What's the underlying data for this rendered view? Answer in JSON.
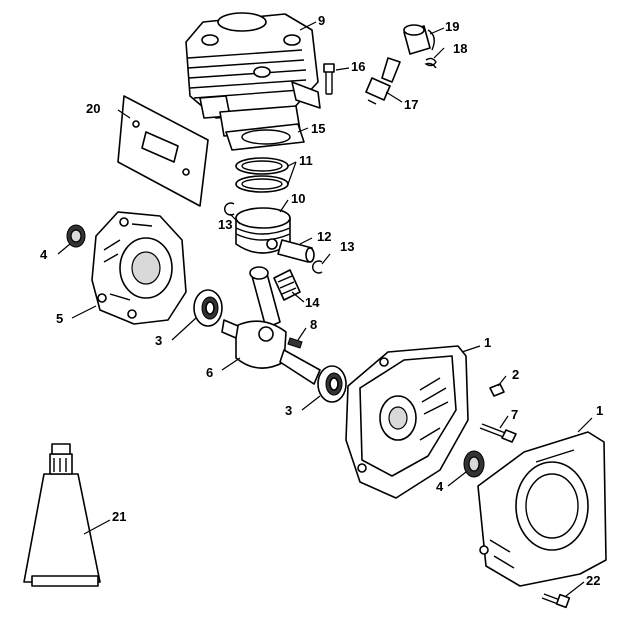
{
  "callouts": [
    {
      "id": "c1a",
      "label": "1"
    },
    {
      "id": "c1b",
      "label": "1"
    },
    {
      "id": "c2",
      "label": "2"
    },
    {
      "id": "c3a",
      "label": "3"
    },
    {
      "id": "c3b",
      "label": "3"
    },
    {
      "id": "c4a",
      "label": "4"
    },
    {
      "id": "c4b",
      "label": "4"
    },
    {
      "id": "c5",
      "label": "5"
    },
    {
      "id": "c6",
      "label": "6"
    },
    {
      "id": "c7",
      "label": "7"
    },
    {
      "id": "c8",
      "label": "8"
    },
    {
      "id": "c9",
      "label": "9"
    },
    {
      "id": "c10",
      "label": "10"
    },
    {
      "id": "c11",
      "label": "11"
    },
    {
      "id": "c12",
      "label": "12"
    },
    {
      "id": "c13a",
      "label": "13"
    },
    {
      "id": "c13b",
      "label": "13"
    },
    {
      "id": "c14",
      "label": "14"
    },
    {
      "id": "c15",
      "label": "15"
    },
    {
      "id": "c16",
      "label": "16"
    },
    {
      "id": "c17",
      "label": "17"
    },
    {
      "id": "c18",
      "label": "18"
    },
    {
      "id": "c19",
      "label": "19"
    },
    {
      "id": "c20",
      "label": "20"
    },
    {
      "id": "c21",
      "label": "21"
    },
    {
      "id": "c22",
      "label": "22"
    }
  ],
  "colors": {
    "line": "#000000",
    "background": "#ffffff",
    "shade": "#d9d9d9"
  }
}
